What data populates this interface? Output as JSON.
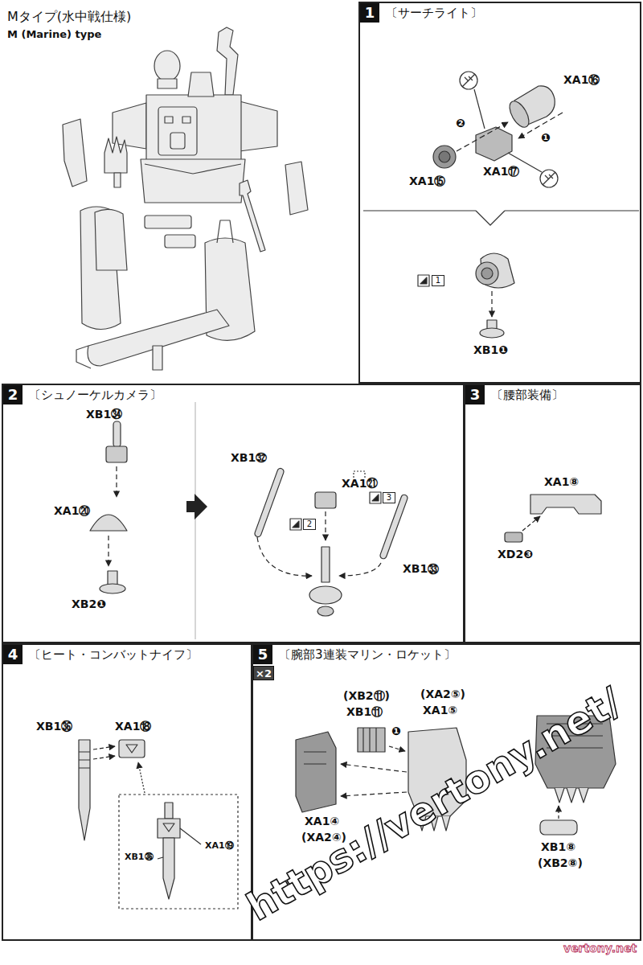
{
  "diagram": {
    "title": "Mタイプ(水中戦仕様)",
    "nodes": [
      {
        "text": [
          "〔サーチライト〕"
        ]
      },
      {
        "text": [
          "1"
        ],
        "in": 0
      },
      {
        "text": [
          "1"
        ],
        "in": 0
      },
      {
        "text": [
          "〔シュノーケルカメラ〕"
        ]
      },
      {
        "text": [
          "2"
        ],
        "in": 3
      },
      {
        "text": [
          "2"
        ],
        "in": 3
      },
      {
        "text": [
          "3"
        ],
        "in": 3
      },
      {
        "text": [
          "〔腰部装備〕"
        ]
      },
      {
        "text": [
          "3"
        ],
        "in": 7
      },
      {
        "text": [
          "〔ヒート・コンバットナイフ〕"
        ]
      },
      {
        "text": [
          "4"
        ],
        "in": 9
      },
      {
        "text": [
          "〔腕部3連装マリン・ロケット〕"
        ]
      },
      {
        "text": [
          "5"
        ],
        "in": 11
      },
      {
        "text": [
          "×2"
        ],
        "in": 11
      }
    ],
    "labels": [
      "M (Marine) type",
      "XA1⑯",
      "❷",
      "❶",
      "XA1⑮",
      "XA1⑰",
      "XB1❶",
      "XB1㉞",
      "XA1⑳",
      "XB2❶",
      "XB1㉜",
      "XA1㉑",
      "XB1㉝",
      "XA1⑧",
      "XD2❸",
      "XB1㊱",
      "XA1⑱",
      "XB1㊱",
      "XA1⑲",
      "(XB2⑪)",
      "XB1⑪",
      "❶",
      "(XA2⑤)",
      "XA1⑤",
      "XA1④",
      "(XA2④)",
      "XB1⑧",
      "(XB2⑧)",
      "https://vertony.net/",
      "vertony.net"
    ]
  }
}
